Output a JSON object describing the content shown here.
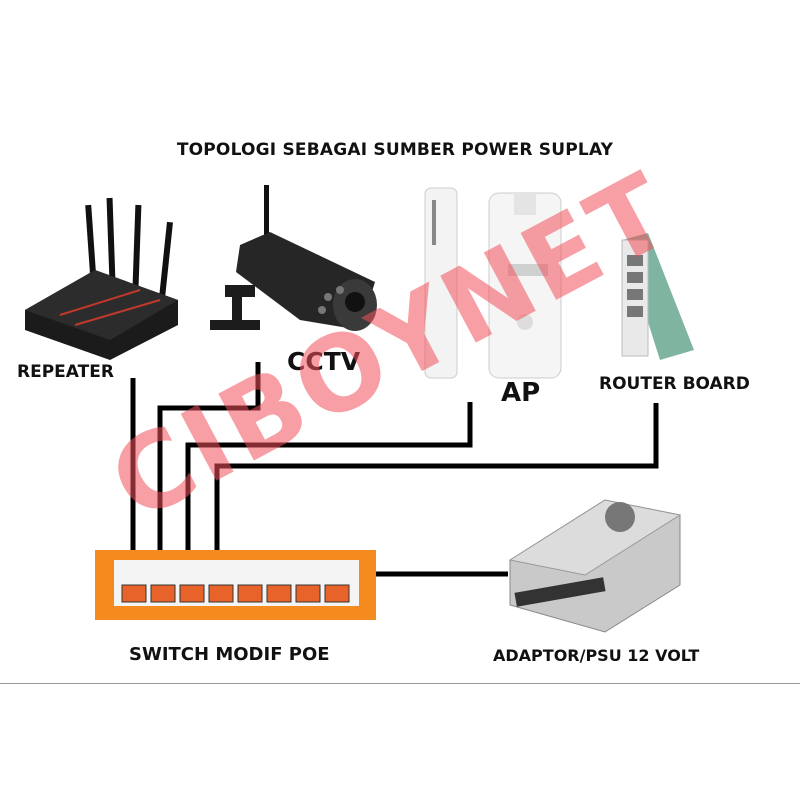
{
  "title": "TOPOLOGI SEBAGAI SUMBER POWER SUPLAY",
  "devices": {
    "repeater": "REPEATER",
    "cctv": "CCTV",
    "ap": "AP",
    "router": "ROUTER BOARD",
    "switch": "SWITCH MODIF POE",
    "psu": "ADAPTOR/PSU 12 VOLT"
  },
  "watermark": "CIBOYNET",
  "colors": {
    "switch_body": "#f58a1f",
    "port": "#e8632a",
    "router_green": "#7fb5a0",
    "watermark": "#f0505a"
  }
}
